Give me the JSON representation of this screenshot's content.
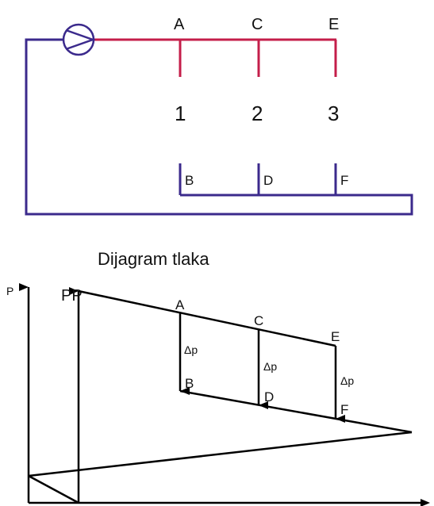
{
  "colors": {
    "supply_line": "#c41e4a",
    "return_line": "#3b2a8c",
    "diagram_line": "#000000"
  },
  "schematic": {
    "top_nodes": [
      "A",
      "C",
      "E"
    ],
    "consumers": [
      "1",
      "2",
      "3"
    ],
    "bottom_nodes": [
      "B",
      "D",
      "F"
    ],
    "pump_icon": "pump-icon"
  },
  "pressure_diagram": {
    "title": "Dijagram tlaka",
    "y_axis_label": "P",
    "pump_pressure_label": "PP",
    "delta_label": "Δp",
    "supply_points": [
      "A",
      "C",
      "E"
    ],
    "return_points": [
      "B",
      "D",
      "F"
    ]
  }
}
